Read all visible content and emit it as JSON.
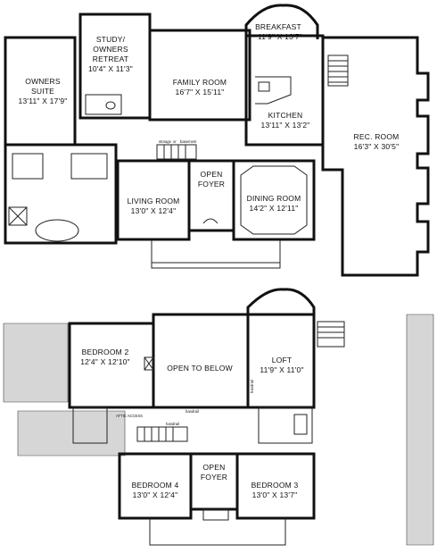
{
  "first_floor": {
    "breakfast": {
      "name": "BREAKFAST",
      "dims": "11'9\" X 13'7\""
    },
    "study": {
      "line1": "STUDY/",
      "line2": "OWNERS",
      "line3": "RETREAT",
      "dims": "10'4\" X 11'3\""
    },
    "family_room": {
      "name": "FAMILY ROOM",
      "dims": "16'7\" X 15'11\""
    },
    "owners_suite": {
      "line1": "OWNERS",
      "line2": "SUITE",
      "dims": "13'11\" X 17'9\""
    },
    "kitchen": {
      "name": "KITCHEN",
      "dims": "13'11\" X 13'2\""
    },
    "rec_room": {
      "name": "REC. ROOM",
      "dims": "16'3\" X 30'5\""
    },
    "storage_note": {
      "line1": "storage",
      "line2": "or",
      "line3": "basement"
    },
    "open_foyer": {
      "line1": "OPEN",
      "line2": "FOYER"
    },
    "living_room": {
      "name": "LIVING ROOM",
      "dims": "13'0\" X 12'4\""
    },
    "dining_room": {
      "name": "DINING ROOM",
      "dims": "14'2\" X 12'11\""
    }
  },
  "second_floor": {
    "bedroom2": {
      "name": "BEDROOM 2",
      "dims": "12'4\" X 12'10\""
    },
    "open_to_below": {
      "name": "OPEN TO BELOW"
    },
    "loft": {
      "name": "LOFT",
      "dims": "11'9\" X 11'0\""
    },
    "handrail_v": "handrail",
    "handrail_h1": "handrail",
    "handrail_h2": "handrail",
    "attic_access": "ATTIC ACCESS",
    "bedroom4": {
      "name": "BEDROOM 4",
      "dims": "13'0\" X 12'4\""
    },
    "open_foyer": {
      "line1": "OPEN",
      "line2": "FOYER"
    },
    "bedroom3": {
      "name": "BEDROOM 3",
      "dims": "13'0\" X 13'7\""
    }
  }
}
